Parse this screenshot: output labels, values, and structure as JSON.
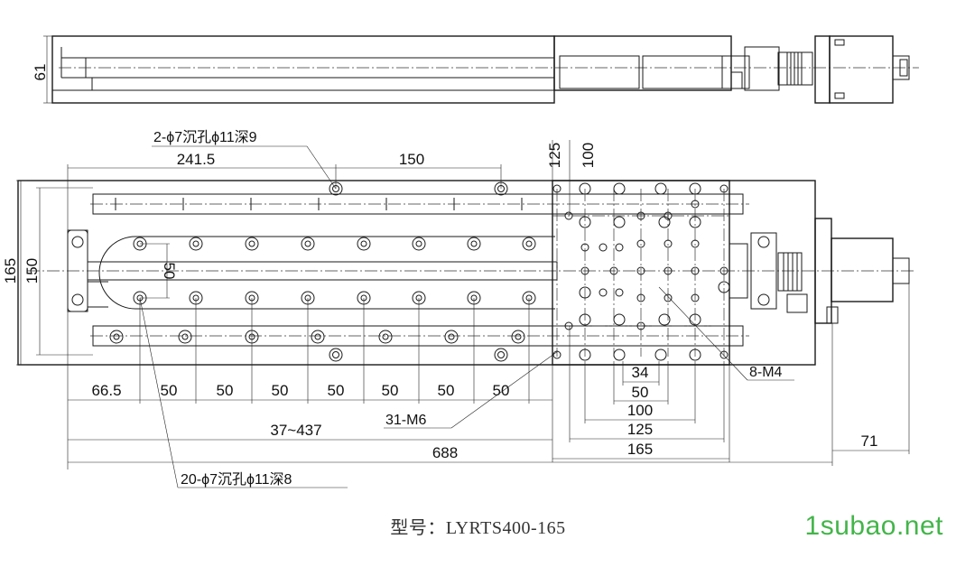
{
  "drawing": {
    "side_view": {
      "height_dim": "61"
    },
    "top_view": {
      "dim_165": "165",
      "dim_150_left": "150",
      "dim_241_5": "241.5",
      "dim_150_top": "150",
      "dim_125_vertical": "125",
      "dim_100_vertical": "100",
      "dim_50_slot": "50",
      "dim_66_5": "66.5",
      "bottom_pitches": [
        "50",
        "50",
        "50",
        "50",
        "50",
        "50",
        "50"
      ],
      "dim_37_437": "37~437",
      "dim_688": "688",
      "table_dims": [
        "34",
        "50",
        "100",
        "125",
        "165"
      ],
      "dim_71": "71"
    },
    "callouts": {
      "counterbore_top": "2-ϕ7沉孔ϕ11深9",
      "counterbore_bottom": "20-ϕ7沉孔ϕ11深8",
      "thread_m6": "31-M6",
      "thread_m4": "8-M4"
    }
  },
  "caption": "型号：LYRTS400-165",
  "watermark": "1subao.net",
  "colors": {
    "lines": "#1a1a1a",
    "watermark": "#43b54a"
  }
}
